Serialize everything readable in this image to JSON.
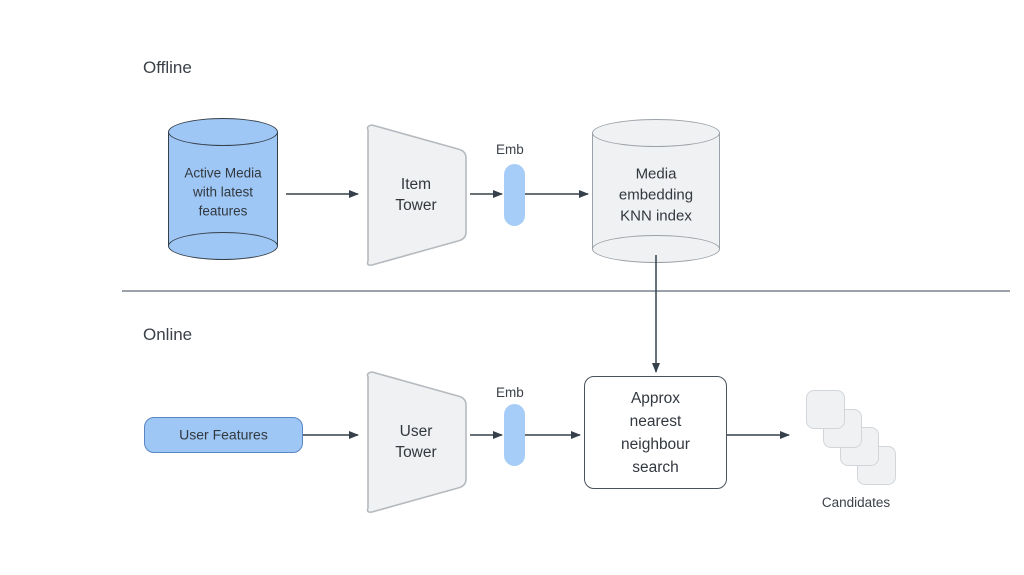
{
  "diagram": {
    "title_offline": "Offline",
    "title_online": "Online",
    "colors": {
      "blue_fill": "#9ec7f5",
      "blue_border": "#5a86c4",
      "emb_blue": "#a6cdf7",
      "gray_fill": "#f0f1f2",
      "gray_border": "#b5babf",
      "stroke": "#36404a",
      "divider": "#9aa1a8",
      "text": "#32383f"
    },
    "offline": {
      "source_db": "Active Media\nwith latest\nfeatures",
      "source_db_lines": [
        "Active Media",
        "with latest",
        "features"
      ],
      "tower": "Item\nTower",
      "tower_lines": [
        "Item",
        "Tower"
      ],
      "emb_label": "Emb",
      "index_db_lines": [
        "Media",
        "embedding",
        "KNN index"
      ]
    },
    "online": {
      "user_features": "User Features",
      "tower_lines": [
        "User",
        "Tower"
      ],
      "emb_label": "Emb",
      "ann_lines": [
        "Approx",
        "nearest",
        "neighbour",
        "search"
      ],
      "candidates_caption": "Candidates"
    }
  }
}
